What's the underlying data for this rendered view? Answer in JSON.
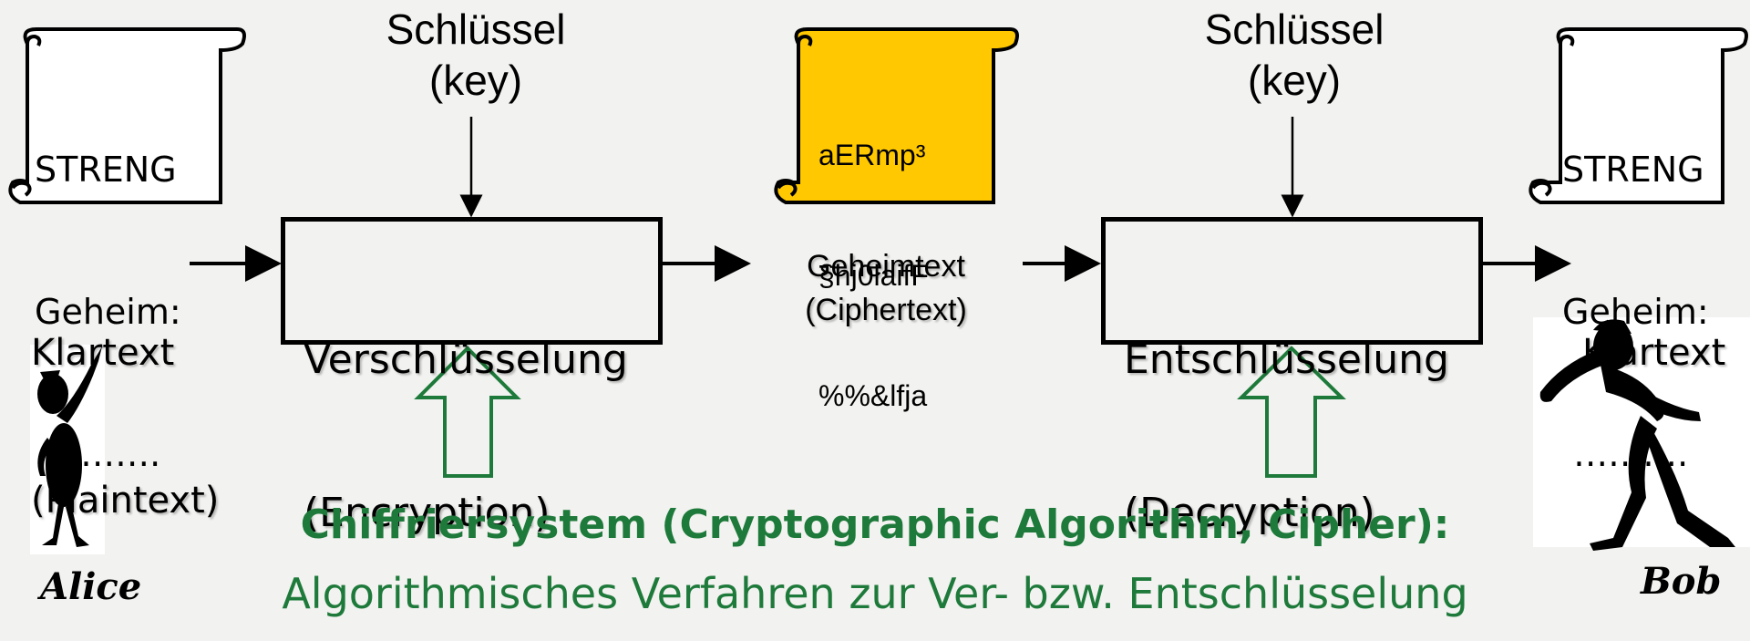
{
  "left_scroll": {
    "lines": [
      "STRENG",
      "Geheim:",
      " ………."
    ]
  },
  "right_scroll": {
    "lines": [
      "STRENG",
      "Geheim:",
      " ………."
    ]
  },
  "cipher_scroll": {
    "lines": [
      "aERmp³",
      "§hj0laifF",
      "%%&lfja"
    ],
    "color": "#ffc800"
  },
  "key_left": {
    "line1": "Schlüssel",
    "line2": "(key)"
  },
  "key_right": {
    "line1": "Schlüssel",
    "line2": "(key)"
  },
  "plaintext_left": {
    "line1": "Klartext",
    "line2": "(Plaintext)"
  },
  "plaintext_right": {
    "line1": "Klartext"
  },
  "encryption_box": {
    "line1": "Verschlüsselung",
    "line2": "(Encryption)"
  },
  "decryption_box": {
    "line1": "Entschlüsselung",
    "line2": "(Decryption)"
  },
  "ciphertext": {
    "line1": "Geheimtext",
    "line2": "(Ciphertext)"
  },
  "cipher_system": {
    "title": "Chiffriersystem (Cryptographic Algorithm, Cipher):",
    "subtitle": "Algorithmisches Verfahren zur Ver- bzw. Entschlüsselung",
    "color": "#1e7a3a"
  },
  "alice": {
    "name": "Alice"
  },
  "bob": {
    "name": "Bob"
  }
}
